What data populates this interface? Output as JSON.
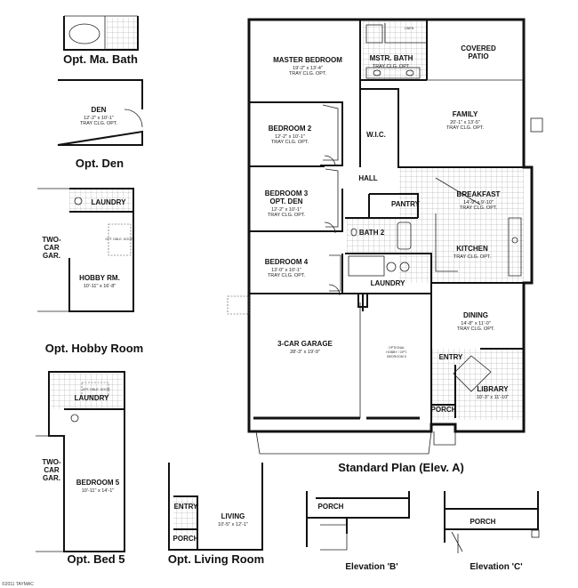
{
  "standard_plan": {
    "caption": "Standard Plan (Elev. A)",
    "rooms": {
      "master_bedroom": {
        "name": "MASTER BEDROOM",
        "size": "19'-2\" x 13'-4\"",
        "note": "TRAY CLG. OPT."
      },
      "mstr_bath": {
        "name": "MSTR. BATH",
        "note": "TRAY CLG. OPT."
      },
      "linen": {
        "name": "LINEN"
      },
      "covered_patio_1": {
        "name": "COVERED"
      },
      "covered_patio_2": {
        "name": "PATIO"
      },
      "family": {
        "name": "FAMILY",
        "size": "20'-1\" x 13'-5\"",
        "note": "TRAY CLG. OPT."
      },
      "bedroom_2": {
        "name": "BEDROOM 2",
        "size": "12'-2\" x 10'-1\"",
        "note": "TRAY CLG. OPT."
      },
      "wic": {
        "name": "W.I.C."
      },
      "hall": {
        "name": "HALL"
      },
      "bedroom_3": {
        "name": "BEDROOM 3",
        "name2": "OPT. DEN",
        "size": "12'-2\" x 10'-1\"",
        "note": "TRAY CLG. OPT."
      },
      "pantry": {
        "name": "PANTRY"
      },
      "breakfast": {
        "name": "BREAKFAST",
        "size": "14'-9\" x 9'-10\"",
        "note": "TRAY CLG. OPT."
      },
      "bath_2": {
        "name": "BATH 2"
      },
      "kitchen": {
        "name": "KITCHEN",
        "note": "TRAY CLG. OPT."
      },
      "bedroom_4": {
        "name": "BEDROOM 4",
        "size": "13'-0\" x 10'-1\"",
        "note": "TRAY CLG. OPT."
      },
      "laundry": {
        "name": "LAUNDRY"
      },
      "dining": {
        "name": "DINING",
        "size": "14'-8\" x 11'-0\"",
        "note": "TRAY CLG. OPT."
      },
      "garage": {
        "name": "3-CAR GARAGE",
        "size": "28'-3\" x 19'-9\""
      },
      "garage_opt": {
        "line1": "OPTIONAL",
        "line2": "HOBBY / OPT.",
        "line3": "BEDROOM 5"
      },
      "entry": {
        "name": "ENTRY"
      },
      "library": {
        "name": "LIBRARY",
        "size": "10'-3\" x 11'-10\""
      },
      "porch": {
        "name": "PORCH"
      }
    }
  },
  "opt_ma_bath": {
    "caption": "Opt. Ma. Bath"
  },
  "opt_den": {
    "caption": "Opt. Den",
    "name": "DEN",
    "size": "12'-2\" x 10'-1\"",
    "note": "TRAY CLG. OPT."
  },
  "opt_hobby": {
    "caption": "Opt. Hobby Room",
    "laundry": "LAUNDRY",
    "garage_1": "TWO-",
    "garage_2": "CAR",
    "garage_3": "GAR.",
    "room": "HOBBY RM.",
    "size": "10'-11\" x 16'-8\"",
    "door_note": "OPT. DBLE. DOOR"
  },
  "opt_bed5": {
    "caption": "Opt. Bed 5",
    "laundry": "LAUNDRY",
    "garage_1": "TWO-",
    "garage_2": "CAR",
    "garage_3": "GAR.",
    "room": "BEDROOM 5",
    "size": "10'-11\" x 14'-1\"",
    "door_note": "OPT. DBLE. DOOR"
  },
  "opt_living": {
    "caption": "Opt. Living Room",
    "entry": "ENTRY",
    "porch": "PORCH",
    "room": "LIVING",
    "size": "10'-5\" x 12'-1\""
  },
  "elev_b": {
    "caption": "Elevation 'B'",
    "porch": "PORCH"
  },
  "elev_c": {
    "caption": "Elevation 'C'",
    "porch": "PORCH"
  },
  "copyright": "©2011 TAYMAC"
}
